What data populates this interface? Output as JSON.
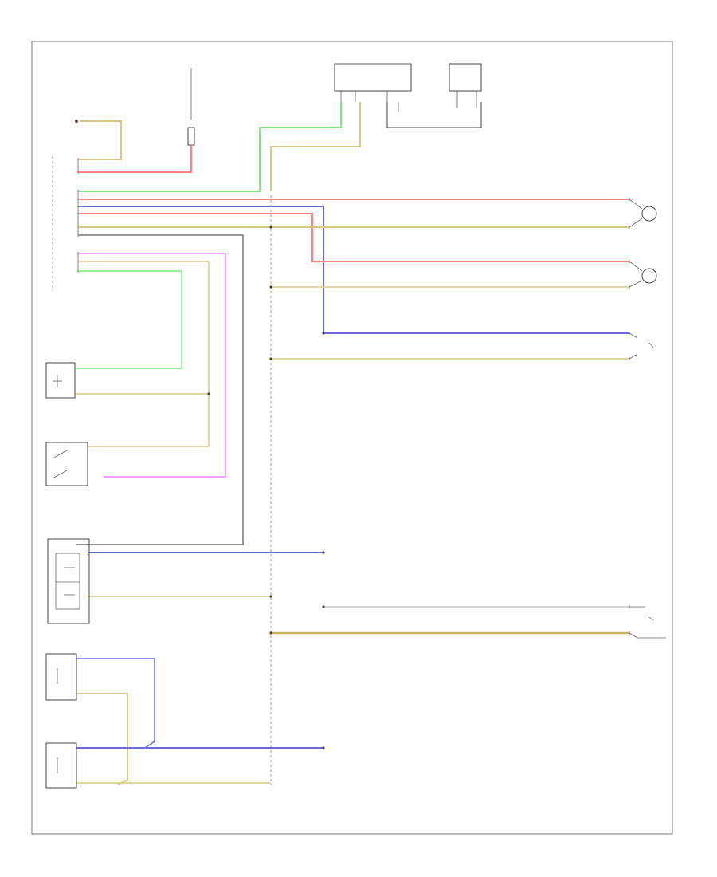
{
  "footer_label": "",
  "colors": {
    "red": "#ff8080",
    "green": "#80e880",
    "tan": "#d8c880",
    "blue": "#6a6adb",
    "pink": "#f080f0",
    "gray": "#777777",
    "frame": "#777777"
  },
  "components": [
    {
      "id": "fuse-top",
      "label": ""
    },
    {
      "id": "junction-block-top",
      "label": ""
    },
    {
      "id": "junction-block-top-right",
      "label": ""
    },
    {
      "id": "left-rear-control-module",
      "label": ""
    },
    {
      "id": "left-rear-door-lock-switch",
      "label": ""
    },
    {
      "id": "left-rear-door-ajar-switch",
      "label": ""
    },
    {
      "id": "left-rear-window-switch",
      "label": ""
    },
    {
      "id": "left-rear-window-motor",
      "label": ""
    },
    {
      "id": "left-rear-door-lock-actuator",
      "label": ""
    },
    {
      "id": "left-rear-courtesy-lamp",
      "label": ""
    },
    {
      "id": "left-rear-puddle-lamp",
      "label": ""
    },
    {
      "id": "left-rear-speaker",
      "label": ""
    },
    {
      "id": "left-rear-lock-motor",
      "label": ""
    }
  ]
}
